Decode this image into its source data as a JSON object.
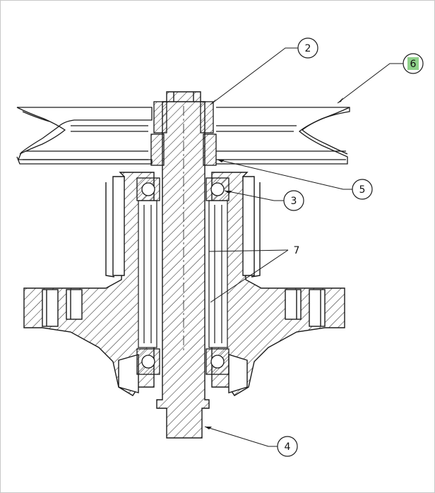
{
  "diagram": {
    "callouts": [
      {
        "id": "c2",
        "label": "2",
        "highlighted": false
      },
      {
        "id": "c6",
        "label": "6",
        "highlighted": true
      },
      {
        "id": "c5",
        "label": "5",
        "highlighted": false
      },
      {
        "id": "c3",
        "label": "3",
        "highlighted": false
      },
      {
        "id": "c7",
        "label": "7",
        "highlighted": false
      },
      {
        "id": "c4",
        "label": "4",
        "highlighted": false
      }
    ],
    "colors": {
      "line": "#1a1a1a",
      "hatch": "#2a2a2a",
      "highlight": "#8fd18a",
      "frame": "#c8c8c8"
    }
  }
}
